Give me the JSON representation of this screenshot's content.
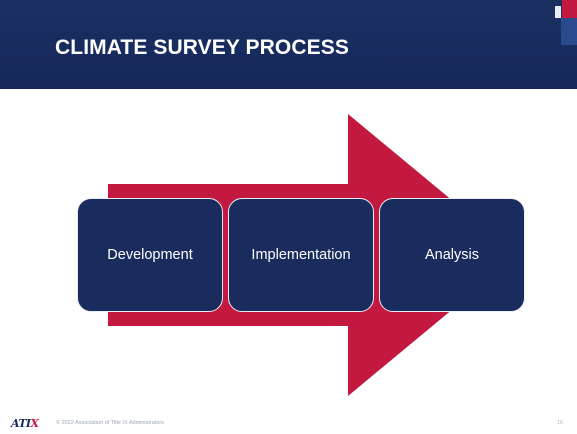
{
  "slide": {
    "title": "CLIMATE SURVEY PROCESS",
    "steps": [
      "Development",
      "Implementation",
      "Analysis"
    ],
    "footer": {
      "logo_main": "ATI",
      "logo_accent": "X",
      "copyright": "© 2022 Association of Title IX Administrators",
      "page_number": "16"
    }
  },
  "colors": {
    "navy": "#1a2c5e",
    "crimson": "#c3183f",
    "accent_blue": "#2a4a8f"
  }
}
